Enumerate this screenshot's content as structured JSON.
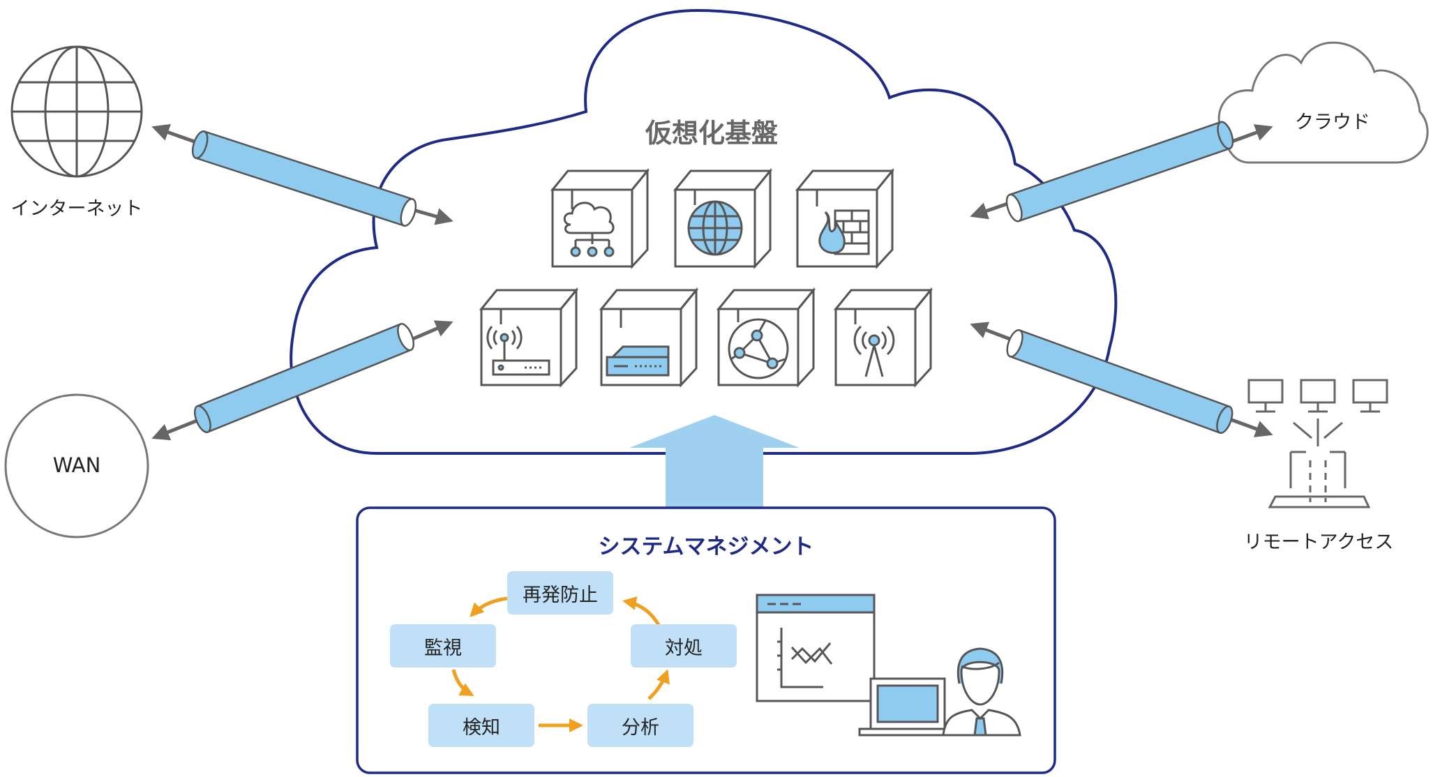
{
  "cloud": {
    "title": "仮想化基盤"
  },
  "endpoints": {
    "internet": "インターネット",
    "wan": "WAN",
    "cloud_service": "クラウド",
    "remote_access": "リモートアクセス"
  },
  "management": {
    "title": "システムマネジメント",
    "cycle": {
      "prevention": "再発防止",
      "monitoring": "監視",
      "response": "対処",
      "detection": "検知",
      "analysis": "分析"
    }
  },
  "icons": [
    "cloud-network-icon",
    "globe-icon",
    "firewall-icon",
    "wifi-router-icon",
    "switch-icon",
    "network-node-icon",
    "access-point-icon",
    "monitor-chart-icon",
    "laptop-icon",
    "operator-icon"
  ],
  "colors": {
    "cloud_outline": "#1f2a85",
    "pipe_fill": "#8ecbee",
    "arrow_up": "#9fd0f0",
    "step_fill": "#bfe0f6",
    "cycle_arrow": "#f0a020",
    "icon_accent": "#8ecbee"
  }
}
